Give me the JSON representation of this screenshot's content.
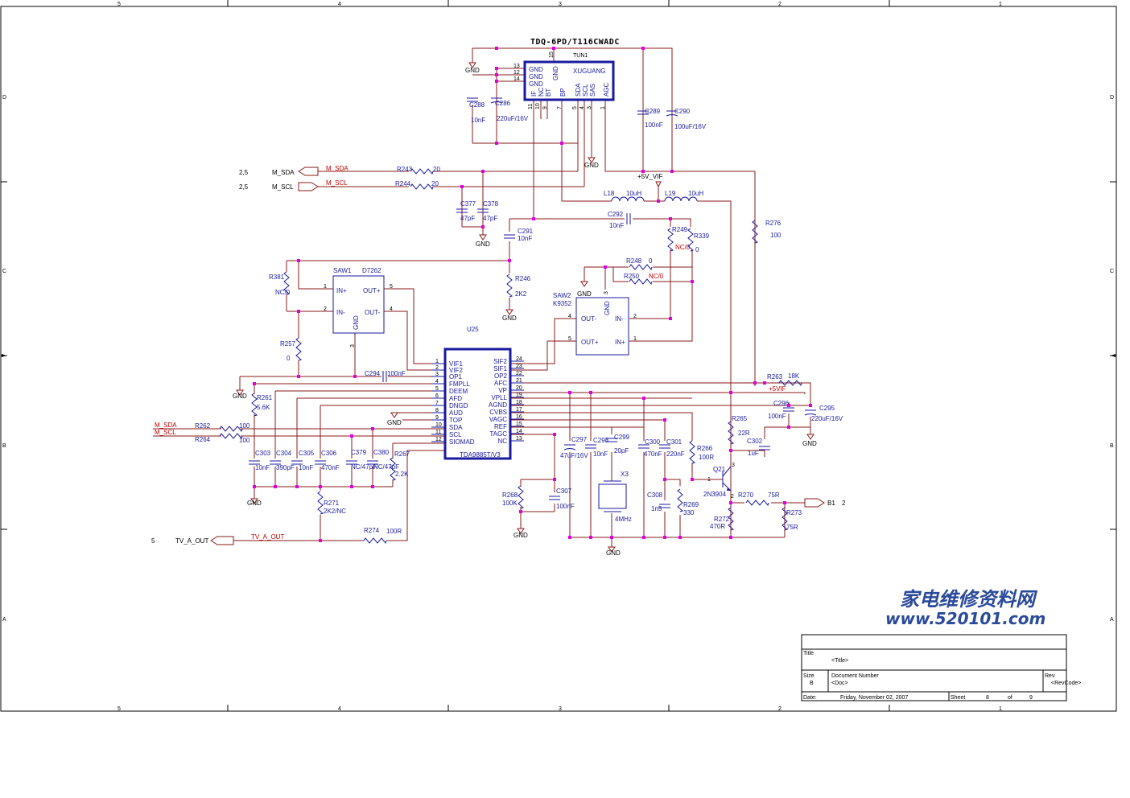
{
  "frame": {
    "top_cols": [
      "5",
      "4",
      "3",
      "2",
      "1"
    ],
    "bottom_cols": [
      "5",
      "4",
      "3",
      "2",
      "1"
    ],
    "left_rows": [
      "D",
      "C",
      "B",
      "A"
    ],
    "right_rows": [
      "D",
      "C",
      "B",
      "A"
    ]
  },
  "tuner": {
    "title": "TDQ-6PD/T116CWADC",
    "ref": "TUN1",
    "maker": "XUGUANG",
    "left_pins": [
      "GND",
      "GND",
      "GND"
    ],
    "left_pin_nums": [
      "13",
      "12",
      "14"
    ],
    "top_pin_num": "15",
    "top_label": "GND",
    "bottom_labels": [
      "IF",
      "NC",
      "BT",
      "BP",
      "SDA",
      "SCL",
      "SAS",
      "AGC"
    ],
    "bottom_pin_nums": [
      "11",
      "10",
      "9",
      "7",
      "5",
      "4",
      "3",
      "1"
    ]
  },
  "ic_u25": {
    "ref": "U25",
    "part": "TDA9885T/V3",
    "left_pins": [
      "VIF1",
      "VIF2",
      "OP1",
      "FMPLL",
      "DEEM",
      "AFD",
      "DNGD",
      "AUD",
      "TOP",
      "SDA",
      "SCL",
      "SIOMAD"
    ],
    "left_nums": [
      "1",
      "2",
      "3",
      "4",
      "5",
      "6",
      "7",
      "8",
      "9",
      "10",
      "11",
      "12"
    ],
    "right_pins": [
      "SIF2",
      "SIF1",
      "OP2",
      "AFC",
      "VP",
      "VPLL",
      "AGND",
      "CVBS",
      "VAGC",
      "REF",
      "TAGC",
      "NC"
    ],
    "right_nums": [
      "24",
      "23",
      "22",
      "21",
      "20",
      "19",
      "18",
      "17",
      "16",
      "15",
      "14",
      "13"
    ]
  },
  "saw1": {
    "ref": "SAW1",
    "part": "D7262",
    "pins": [
      "IN+",
      "IN-",
      "OUT+",
      "OUT-",
      "GND"
    ],
    "nums": [
      "1",
      "2",
      "5",
      "4",
      "3"
    ]
  },
  "saw2": {
    "ref": "SAW2",
    "part": "K9352",
    "pins": [
      "GND",
      "OUT-",
      "IN-",
      "OUT+",
      "IN+"
    ],
    "nums": [
      "3",
      "4",
      "2",
      "5",
      "1"
    ]
  },
  "components": [
    {
      "ref": "C288",
      "val": "10nF"
    },
    {
      "ref": "C286",
      "val": "220uF/16V"
    },
    {
      "ref": "C289",
      "val": "100nF"
    },
    {
      "ref": "C290",
      "val": "100uF/16V"
    },
    {
      "ref": "R243",
      "val": "20"
    },
    {
      "ref": "R244",
      "val": "20"
    },
    {
      "ref": "C377",
      "val": "47pF"
    },
    {
      "ref": "C378",
      "val": "47pF"
    },
    {
      "ref": "L18",
      "val": "10uH"
    },
    {
      "ref": "L19",
      "val": "10uH"
    },
    {
      "ref": "C292",
      "val": "10nF"
    },
    {
      "ref": "R276",
      "val": "100"
    },
    {
      "ref": "R249",
      "val": "NC/0"
    },
    {
      "ref": "R339",
      "val": "0"
    },
    {
      "ref": "C291",
      "val": "10nF"
    },
    {
      "ref": "R246",
      "val": "2K2"
    },
    {
      "ref": "R248",
      "val": "0"
    },
    {
      "ref": "R250",
      "val": "NC/0"
    },
    {
      "ref": "R381",
      "val": "NC/0"
    },
    {
      "ref": "R257",
      "val": "0"
    },
    {
      "ref": "C294",
      "val": "100nF"
    },
    {
      "ref": "R261",
      "val": "5.6K"
    },
    {
      "ref": "R262",
      "val": "100"
    },
    {
      "ref": "R264",
      "val": "100"
    },
    {
      "ref": "C303",
      "val": "10nF"
    },
    {
      "ref": "C304",
      "val": "390pF"
    },
    {
      "ref": "C305",
      "val": "10nF"
    },
    {
      "ref": "C306",
      "val": "470nF"
    },
    {
      "ref": "C379",
      "val": "NC/47pF"
    },
    {
      "ref": "C380",
      "val": "NC/47pF"
    },
    {
      "ref": "R267",
      "val": "2.2K"
    },
    {
      "ref": "R271",
      "val": "2K2/NC"
    },
    {
      "ref": "R274",
      "val": "100R"
    },
    {
      "ref": "R268",
      "val": "100K"
    },
    {
      "ref": "C307",
      "val": "100nF"
    },
    {
      "ref": "C297",
      "val": "47uF/16V"
    },
    {
      "ref": "C298",
      "val": "10nF"
    },
    {
      "ref": "C299",
      "val": "20pF"
    },
    {
      "ref": "X3",
      "val": "4MHz"
    },
    {
      "ref": "C300",
      "val": "470nF"
    },
    {
      "ref": "C301",
      "val": "220nF"
    },
    {
      "ref": "C308",
      "val": "1n5"
    },
    {
      "ref": "R269",
      "val": "330"
    },
    {
      "ref": "R266",
      "val": "100R"
    },
    {
      "ref": "R263",
      "val": "18K"
    },
    {
      "ref": "C296",
      "val": "100nF"
    },
    {
      "ref": "C295",
      "val": "220uF/16V"
    },
    {
      "ref": "R265",
      "val": "22R"
    },
    {
      "ref": "C302",
      "val": "1uF"
    },
    {
      "ref": "Q21",
      "val": "2N3904"
    },
    {
      "ref": "R270",
      "val": "75R"
    },
    {
      "ref": "R272",
      "val": "470R"
    },
    {
      "ref": "R273",
      "val": "75R"
    }
  ],
  "nets": {
    "gnd": "GND",
    "m_sda": "M_SDA",
    "m_scl": "M_SCL",
    "vif_rail": "+5V_VIF",
    "vif2": "+5VIF",
    "tv_a_out": "TV_A_OUT",
    "tv_a_out_ref": "5",
    "b1": "B1",
    "b1_ref": "2",
    "sda_ref": "2,5",
    "scl_ref": "2,5",
    "q_pins": [
      "1",
      "3",
      "2"
    ]
  },
  "watermark": {
    "line1": "家电维修资料网",
    "line2": "www.520101.com"
  },
  "titleblock": {
    "title_label": "Title",
    "title_val": "<Title>",
    "size_label": "Size",
    "size_val": "B",
    "docnum_label": "Document Number",
    "docnum_val": "<Doc>",
    "rev_label": "Rev",
    "rev_val": "<RevCode>",
    "date_label": "Date:",
    "date_val": "Friday, November 02, 2007",
    "sheet_label": "Sheet",
    "sheet_val": "8",
    "of_label": "of",
    "of_val": "9"
  }
}
